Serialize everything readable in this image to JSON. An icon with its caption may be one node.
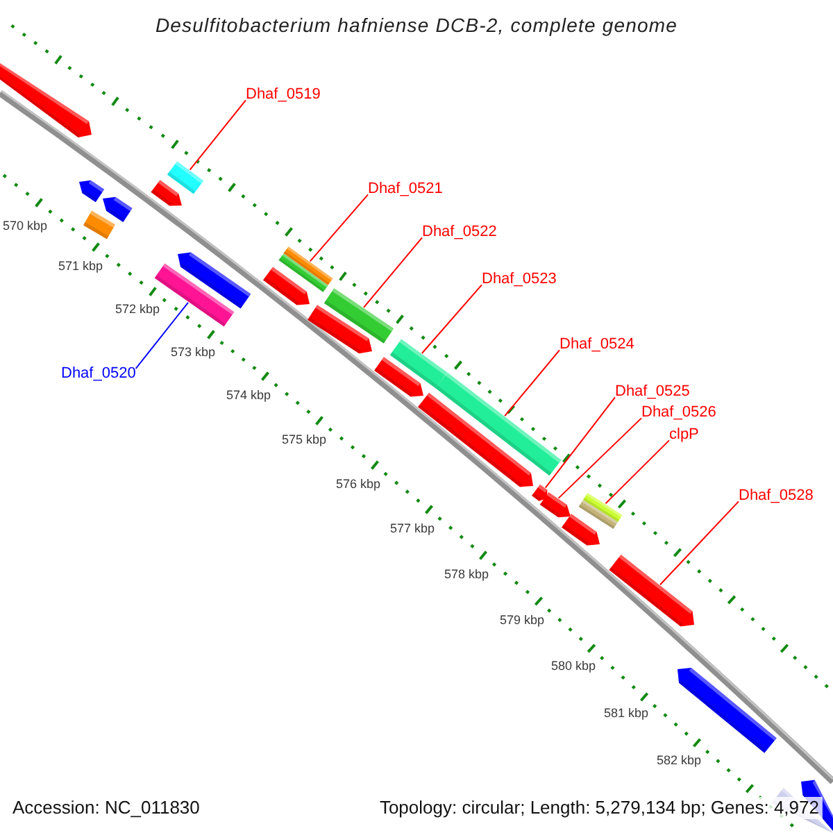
{
  "diagram": {
    "title": "Desulfitobacterium hafniense DCB-2, complete genome",
    "nodes": [
      {
        "text": [
          "Dhaf_0519"
        ]
      },
      {
        "text": [
          "Dhaf_0520"
        ]
      },
      {
        "text": [
          "Dhaf_0521"
        ]
      },
      {
        "text": [
          "Dhaf_0522"
        ]
      },
      {
        "text": [
          "Dhaf_0523"
        ]
      },
      {
        "text": [
          "Dhaf_0524"
        ]
      },
      {
        "text": [
          "Dhaf_0525"
        ]
      },
      {
        "text": [
          "Dhaf_0526"
        ]
      },
      {
        "text": [
          "clpP"
        ]
      },
      {
        "text": [
          "Dhaf_0528"
        ]
      },
      {
        "text": [],
        "shape": "arrow"
      },
      {
        "text": [],
        "shape": "arrow"
      },
      {
        "text": [],
        "shape": "bar"
      },
      {
        "text": [],
        "shape": "arrow"
      },
      {
        "text": [],
        "shape": "arrow"
      },
      {
        "text": [],
        "shape": "bar"
      },
      {
        "text": [],
        "shape": "bar"
      },
      {
        "text": [],
        "shape": "arrow"
      },
      {
        "text": [],
        "shape": "arrow"
      },
      {
        "text": [],
        "shape": "bar"
      },
      {
        "text": [],
        "shape": "bar"
      },
      {
        "text": [],
        "shape": "arrow"
      },
      {
        "text": [],
        "shape": "bar"
      },
      {
        "text": [],
        "shape": "arrow"
      },
      {
        "text": [],
        "shape": "bar"
      },
      {
        "text": [],
        "shape": "arrow"
      },
      {
        "text": [],
        "shape": "bar"
      },
      {
        "text": [],
        "shape": "arrow"
      },
      {
        "text": [],
        "shape": "arrow"
      },
      {
        "text": [],
        "shape": "arrow"
      },
      {
        "text": [],
        "shape": "bar"
      },
      {
        "text": [],
        "shape": "bar"
      },
      {
        "text": [],
        "shape": "arrow"
      },
      {
        "text": [],
        "shape": "arrow"
      },
      {
        "text": [],
        "shape": "bar"
      },
      {
        "text": [],
        "shape": "arrow"
      }
    ],
    "edges": [
      {
        "from": 0,
        "to": 16,
        "arrow": "none"
      },
      {
        "from": 1,
        "to": 15,
        "arrow": "none",
        "color": "#0000ff"
      },
      {
        "from": 2,
        "to": 20,
        "arrow": "none"
      },
      {
        "from": 3,
        "to": 22,
        "arrow": "none"
      },
      {
        "from": 4,
        "to": 24,
        "arrow": "none"
      },
      {
        "from": 5,
        "to": 26,
        "arrow": "none"
      },
      {
        "from": 6,
        "to": 27,
        "arrow": "none"
      },
      {
        "from": 7,
        "to": 28,
        "arrow": "none"
      },
      {
        "from": 8,
        "to": 31,
        "arrow": "none"
      },
      {
        "from": 9,
        "to": 32,
        "arrow": "none"
      }
    ],
    "labels": [
      "570 kbp",
      "571 kbp",
      "572 kbp",
      "573 kbp",
      "574 kbp",
      "575 kbp",
      "576 kbp",
      "577 kbp",
      "578 kbp",
      "579 kbp",
      "580 kbp",
      "581 kbp",
      "582 kbp",
      "Accession: NC_011830",
      "Topology: circular; Length: 5,279,134 bp; Genes: 4,972"
    ]
  }
}
